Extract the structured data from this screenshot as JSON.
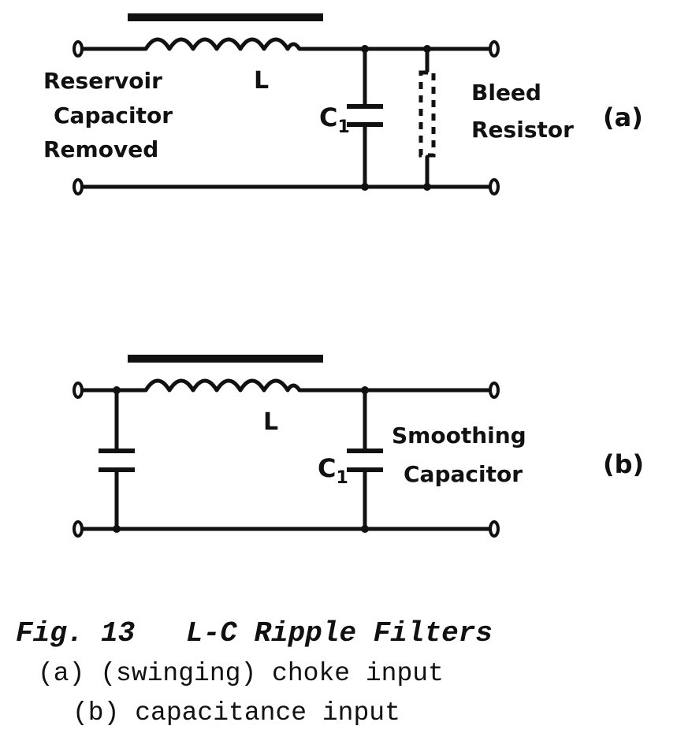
{
  "circuit_a": {
    "inductor_label": "L",
    "capacitor_label": "C",
    "capacitor_subscript": "1",
    "left_label_lines": [
      "Reservoir",
      "Capacitor",
      "Removed"
    ],
    "right_label_lines": [
      "Bleed",
      "Resistor"
    ],
    "tag": "(a)"
  },
  "circuit_b": {
    "inductor_label": "L",
    "capacitor_label": "C",
    "capacitor_subscript": "1",
    "right_label_lines": [
      "Smoothing",
      "Capacitor"
    ],
    "tag": "(b)"
  },
  "caption": {
    "title": "Fig. 13   L-C Ripple Filters",
    "line_a": "(a) (swinging) choke input",
    "line_b": "(b) capacitance input"
  }
}
